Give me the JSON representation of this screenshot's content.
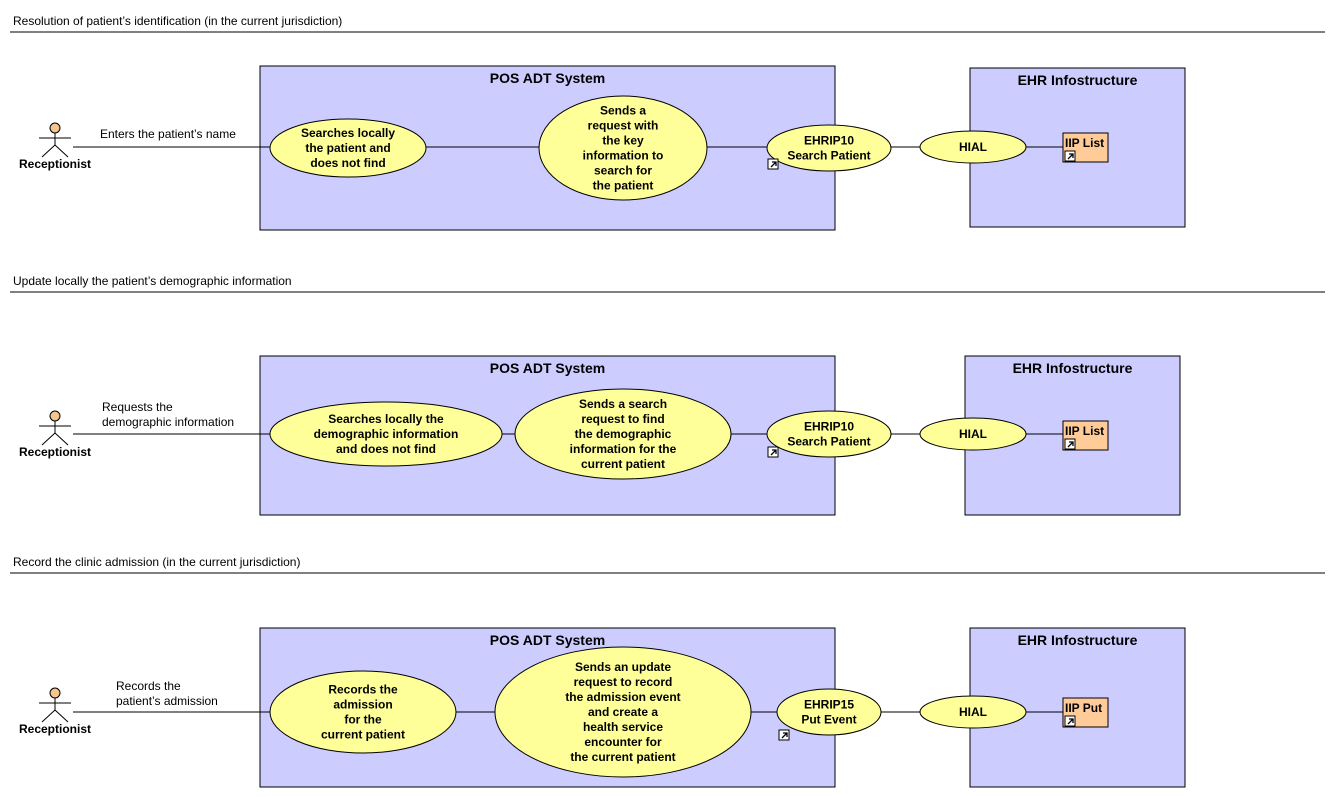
{
  "colors": {
    "system_fill": "#ccccff",
    "usecase_fill": "#ffff99",
    "artifact_fill": "#ffcc99",
    "actor_head_fill": "#f5c58f",
    "line": "#000000"
  },
  "sections": [
    {
      "title": "Resolution of patient’s identification (in the current jurisdiction)",
      "actor": "Receptionist",
      "assoc_label": [
        "Enters the patient’s name"
      ],
      "pos_system": "POS ADT System",
      "ehr_system": "EHR Infostructure",
      "uc1": [
        "Searches locally",
        "the patient and",
        "does not find"
      ],
      "uc2": [
        "Sends a",
        "request with",
        "the key",
        "information to",
        "search for",
        "the patient"
      ],
      "ehrip": [
        "EHRIP10",
        "Search Patient"
      ],
      "hial": "HIAL",
      "artifact": "IIP List"
    },
    {
      "title": "Update locally the patient’s demographic information",
      "actor": "Receptionist",
      "assoc_label": [
        "Requests the",
        "demographic information"
      ],
      "pos_system": "POS ADT System",
      "ehr_system": "EHR Infostructure",
      "uc1": [
        "Searches locally the",
        "demographic information",
        "and does not find"
      ],
      "uc2": [
        "Sends a search",
        "request to find",
        "the demographic",
        "information for the",
        "current patient"
      ],
      "ehrip": [
        "EHRIP10",
        "Search Patient"
      ],
      "hial": "HIAL",
      "artifact": "IIP List"
    },
    {
      "title": "Record the clinic admission (in the current jurisdiction)",
      "actor": "Receptionist",
      "assoc_label": [
        "Records the",
        "patient’s admission"
      ],
      "pos_system": "POS ADT System",
      "ehr_system": "EHR Infostructure",
      "uc1": [
        "Records the",
        "admission",
        "for the",
        "current patient"
      ],
      "uc2": [
        "Sends an update",
        "request to record",
        "the admission event",
        "and create a",
        "health service",
        "encounter for",
        "the current patient"
      ],
      "ehrip": [
        "EHRIP15",
        "Put Event"
      ],
      "hial": "HIAL",
      "artifact": "IIP Put"
    }
  ]
}
